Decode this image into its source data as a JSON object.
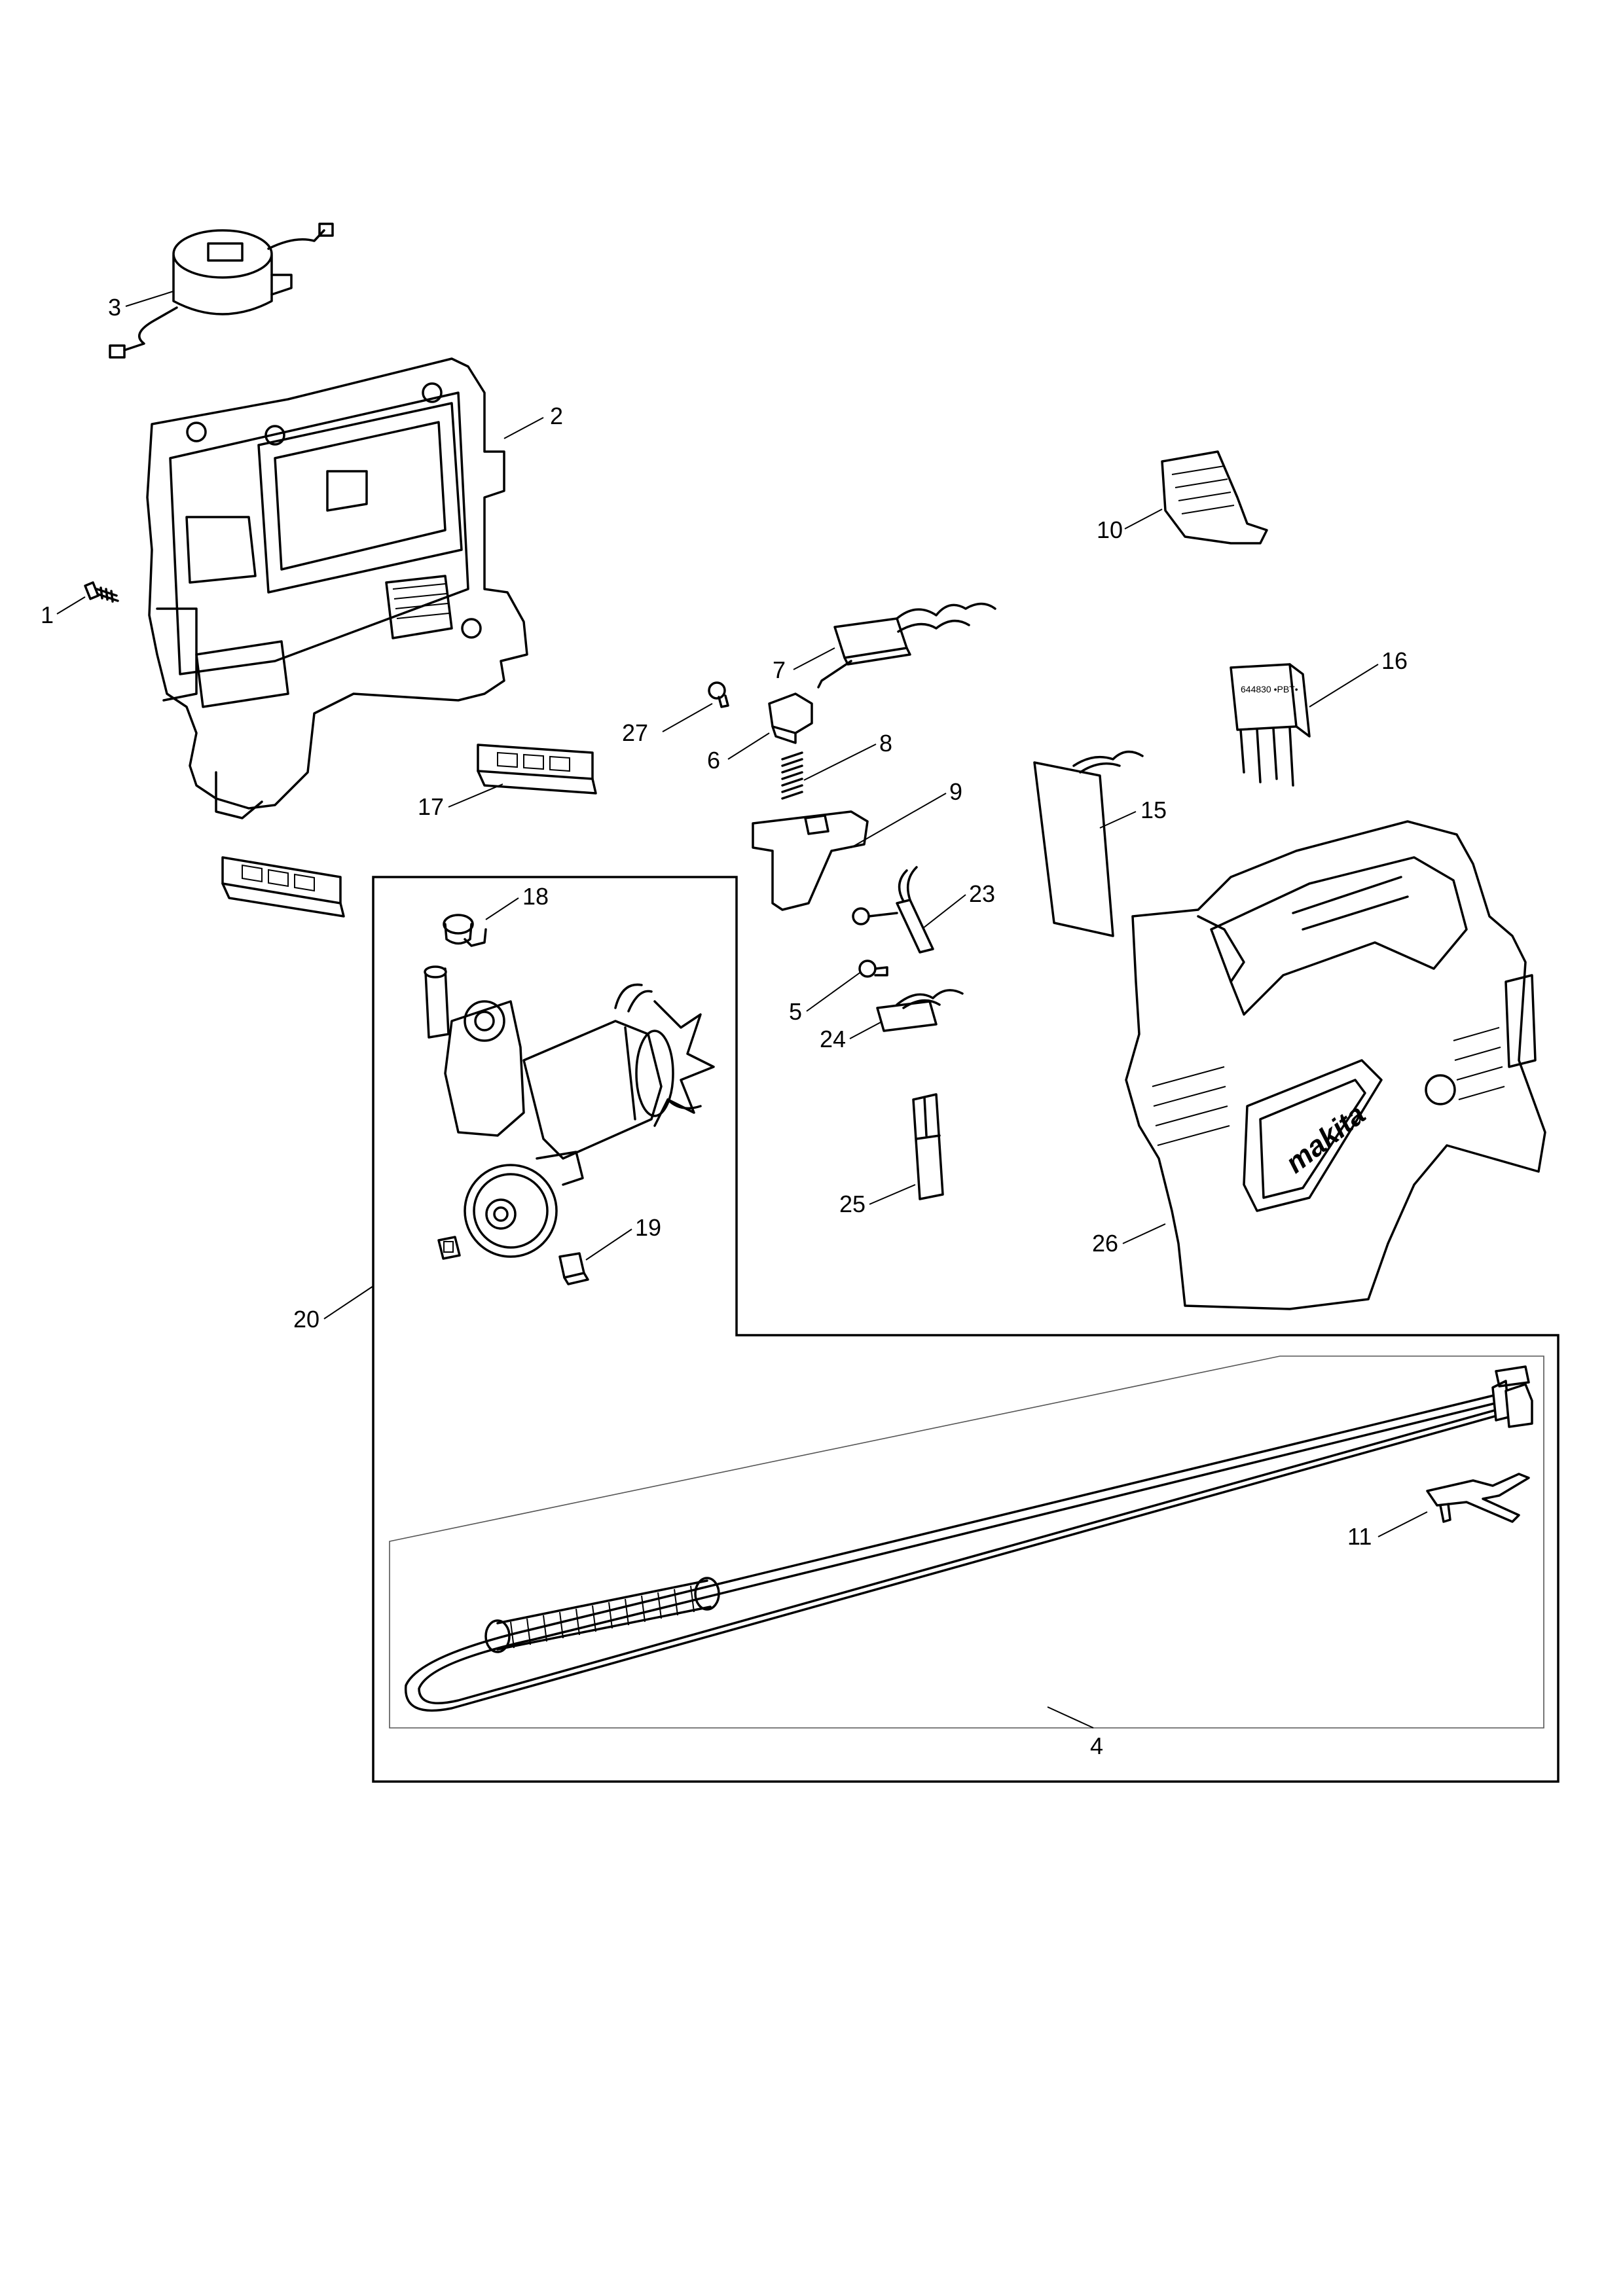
{
  "labels": {
    "p1": "1",
    "p2": "2",
    "p3": "3",
    "p4": "4",
    "p5": "5",
    "p6": "6",
    "p7": "7",
    "p8": "8",
    "p9": "9",
    "p10": "10",
    "p11": "11",
    "p15": "15",
    "p16": "16",
    "p17": "17",
    "p18": "18",
    "p19": "19",
    "p20": "20",
    "p23": "23",
    "p24": "24",
    "p25": "25",
    "p26": "26",
    "p27": "27"
  },
  "housing_logo": "makita",
  "module_marking": "644830 •PBT•"
}
